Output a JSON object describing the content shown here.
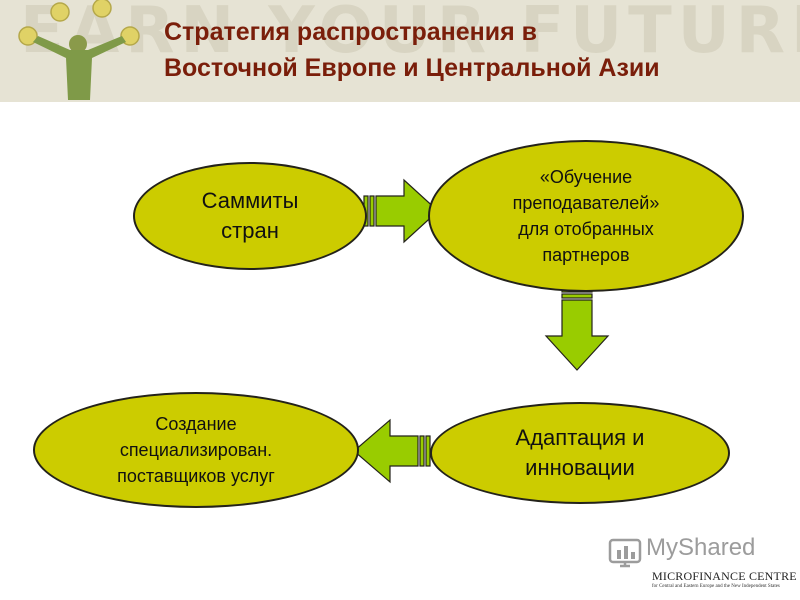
{
  "header": {
    "title_line1": "Стратегия распространения в",
    "title_line2": "Восточной Европе и Центральной Азии",
    "watermark": "EARN YOUR FUTURE"
  },
  "diagram": {
    "nodes": {
      "summits": {
        "lines": [
          "Саммиты",
          "стран"
        ]
      },
      "training": {
        "lines": [
          "«Обучение",
          "преподавателей»",
          "для отобранных",
          "партнеров"
        ]
      },
      "adaptation": {
        "lines": [
          "Адаптация и",
          "инновации"
        ]
      },
      "specialized": {
        "lines": [
          "Создание",
          "специализирован.",
          "поставщиков услуг"
        ]
      }
    },
    "colors": {
      "node_fill": "#cccc00",
      "node_border": "#23221a",
      "arrow_fill": "#99cc00",
      "title_color": "#7a1e0a"
    }
  },
  "logo": {
    "watermark_text": "MyShared",
    "org_name": "MICROFINANCE CENTRE",
    "org_sub": "for Central and Eastern Europe and the New Independent States"
  }
}
